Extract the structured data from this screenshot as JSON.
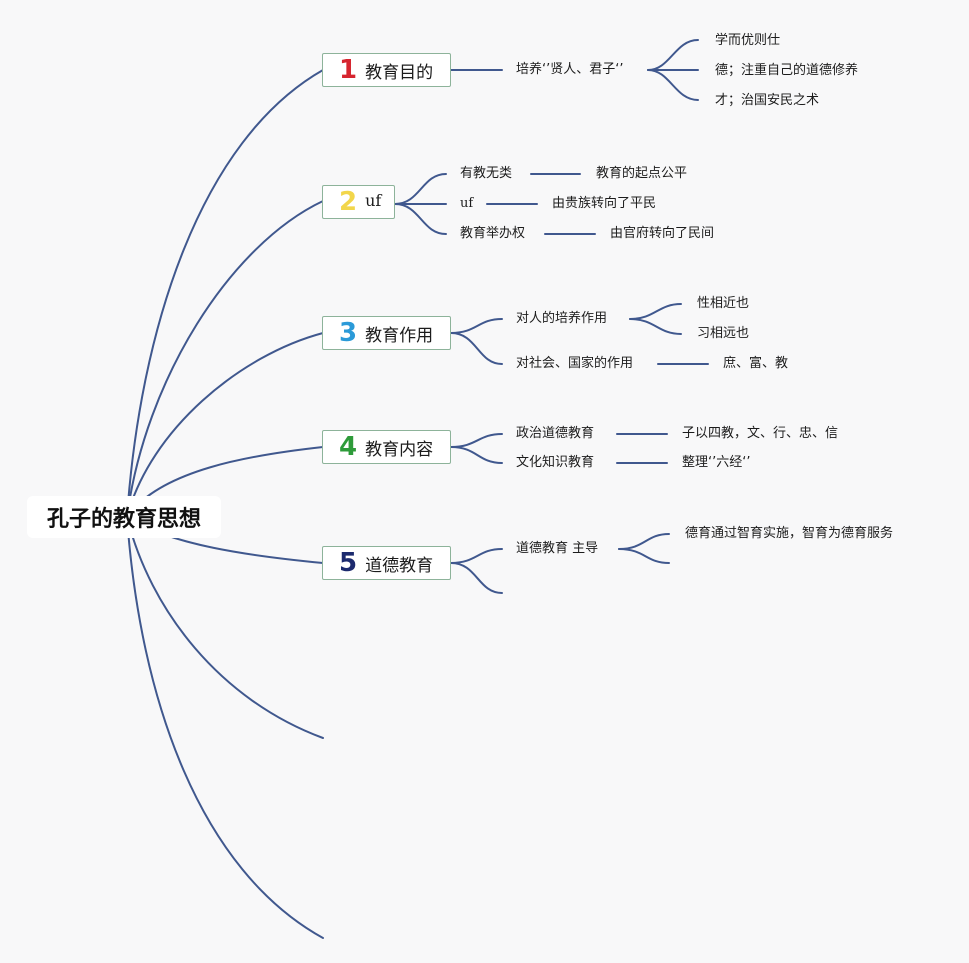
{
  "root": "孔子的教育思想",
  "branches": [
    {
      "num": "1",
      "num_color": "#d6252f",
      "label": "教育目的",
      "children": [
        {
          "label": "培养‘’贤人、君子‘’",
          "children": [
            "学而优则仕",
            "德；注重自己的道德修养",
            "才；治国安民之术"
          ]
        }
      ]
    },
    {
      "num": "2",
      "num_color": "#f2d64b",
      "label": "uf",
      "children": [
        {
          "label": "有教无类",
          "children": [
            "教育的起点公平"
          ]
        },
        {
          "label": "uf",
          "children": [
            "由贵族转向了平民"
          ]
        },
        {
          "label": "教育举办权",
          "children": [
            "由官府转向了民间"
          ]
        }
      ]
    },
    {
      "num": "3",
      "num_color": "#2b9ad8",
      "label": "教育作用",
      "children": [
        {
          "label": "对人的培养作用",
          "children": [
            "性相近也",
            "习相远也"
          ]
        },
        {
          "label": "对社会、国家的作用",
          "children": [
            "庶、富、教"
          ]
        }
      ]
    },
    {
      "num": "4",
      "num_color": "#2e9b3a",
      "label": "教育内容",
      "children": [
        {
          "label": "政治道德教育",
          "children": [
            "子以四教，文、行、忠、信"
          ]
        },
        {
          "label": "文化知识教育",
          "children": [
            "整理‘’六经‘’"
          ]
        }
      ]
    },
    {
      "num": "5",
      "num_color": "#1c2a6e",
      "label": "道德教育",
      "children": [
        {
          "label": "道德教育 主导",
          "children": [
            "德育通过智育实施，智育为德育服务"
          ]
        }
      ]
    }
  ],
  "colors": {
    "connector": "#40588e",
    "box_border": "#8db39a",
    "background": "#f8f8f9"
  }
}
